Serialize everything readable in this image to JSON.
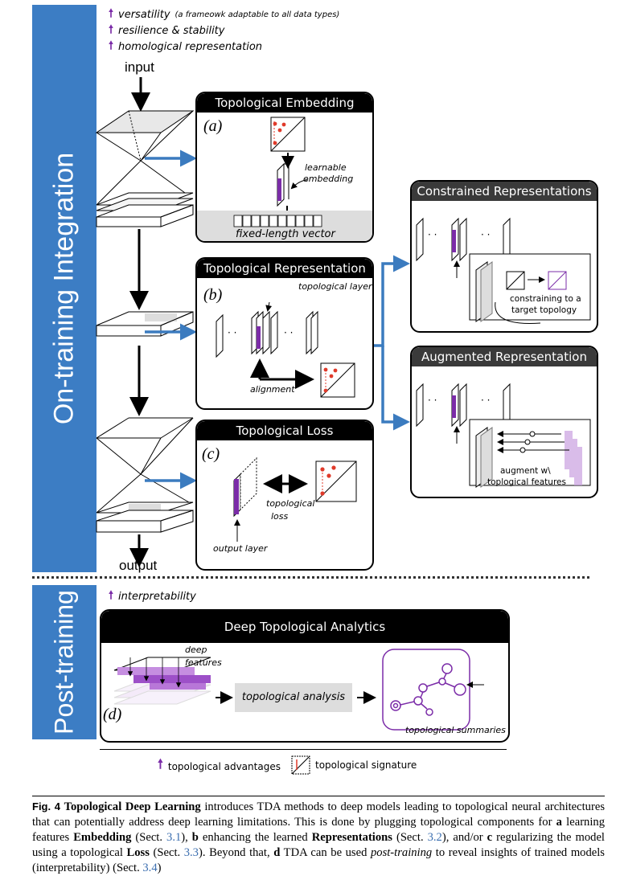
{
  "sidebars": {
    "top": "On-training  Integration",
    "bottom": "Post-training"
  },
  "advantages": {
    "versatility": "versatility",
    "versatility_note": "(a frameowk adaptable to all data types)",
    "resilience": "resilience & stability",
    "homological": "homological representation",
    "interpretability": "interpretability"
  },
  "flow": {
    "input": "input",
    "output": "output"
  },
  "panels": {
    "embedding": {
      "title": "Topological Embedding",
      "tag": "(a)",
      "learnable": "learnable",
      "embedding": "embedding",
      "vector": "fixed-length vector"
    },
    "representation": {
      "title": "Topological Representation",
      "tag": "(b)",
      "layer": "topological layer",
      "alignment": "alignment"
    },
    "loss": {
      "title": "Topological Loss",
      "tag": "(c)",
      "topo": "topological",
      "loss": "loss",
      "output_layer": "output layer"
    },
    "constrained": {
      "title": "Constrained Representations",
      "line1": "constraining to a",
      "line2": "target topology"
    },
    "augmented": {
      "title": "Augmented Representation",
      "line1": "augment w\\",
      "line2": "toplogical features"
    },
    "analytics": {
      "title": "Deep Topological  Analytics",
      "tag": "(d)",
      "deep": "deep",
      "features": "features",
      "analysis": "topological analysis",
      "summaries": "topological summaries"
    }
  },
  "legend": {
    "advantages": "topological advantages",
    "signature": "topological signature"
  },
  "caption": {
    "fig": "Fig. 4",
    "s1": "Topological Deep Learning",
    "s2": " introduces TDA methods to deep models leading to topological neural architectures that can potentially address deep learning limitations. This is done by plugging topological components for ",
    "a": "a",
    "s3": " learning features ",
    "embedding": "Embedding",
    "s4": " (Sect. ",
    "r1": "3.1",
    "s5": "), ",
    "b": "b",
    "s6": " enhancing the learned ",
    "representations": "Representations",
    "s7": " (Sect. ",
    "r2": "3.2",
    "s8": "), and/or ",
    "c": "c",
    "s9": " regularizing the model using a topological ",
    "loss": "Loss",
    "s10": " (Sect. ",
    "r3": "3.3",
    "s11": "). Beyond that, ",
    "d": "d",
    "s12": " TDA can be used ",
    "post": "post-training",
    "s13": " to reveal insights of trained models (interpretability) (Sect. ",
    "r4": "3.4",
    "s14": ")"
  },
  "colors": {
    "sidebar": "#3c7dc4",
    "purple": "#7b2ca8",
    "red": "#e03a2a",
    "arrow_blue": "#3b7bbf"
  }
}
